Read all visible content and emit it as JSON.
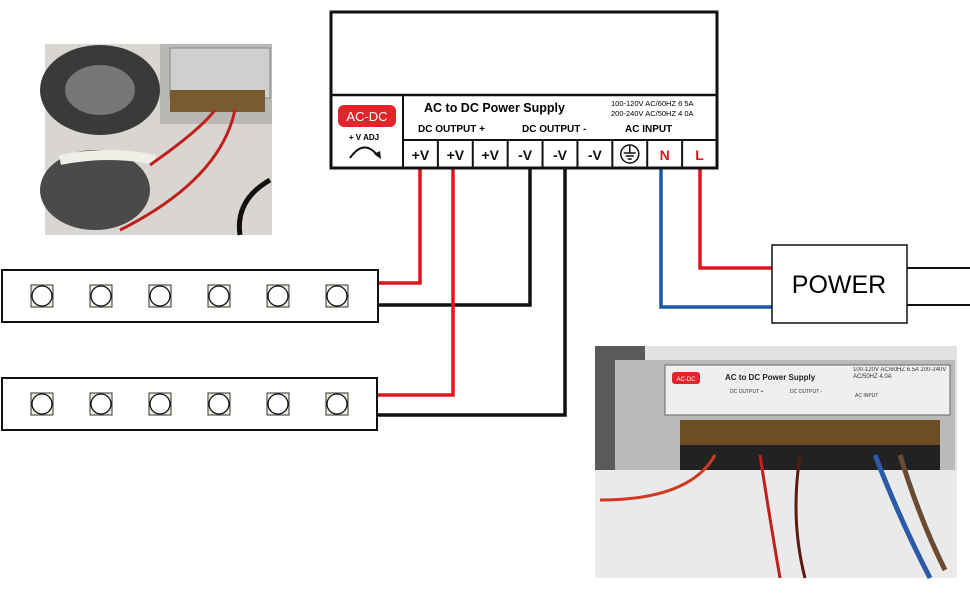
{
  "psu": {
    "badge": "AC-DC",
    "adj_label": "+ V ADJ",
    "title": "AC to DC Power Supply",
    "spec_line1": "100-120V AC/60HZ 6 5A",
    "spec_line2": "200-240V AC/50HZ 4 0A",
    "dc_plus_label": "DC OUTPUT +",
    "dc_minus_label": "DC OUTPUT -",
    "ac_label": "AC INPUT",
    "terminals": [
      "+V",
      "+V",
      "+V",
      "-V",
      "-V",
      "-V",
      "",
      "N",
      "L"
    ],
    "ground_icon": "ground-icon"
  },
  "power_box": {
    "label": "POWER"
  },
  "led_strips": [
    {
      "led_count": 6
    },
    {
      "led_count": 6
    }
  ],
  "colors": {
    "positive": "#e0141e",
    "negative": "#111111",
    "neutral": "#1a5aa8",
    "badge": "#e3252b"
  },
  "photo2_labels": {
    "title": "AC to DC Power Supply",
    "badge": "AC-DC",
    "spec": "100-120V AC/60HZ 6.5A 200-240V AC/50HZ 4.0A",
    "dc_plus": "DC OUTPUT +",
    "dc_minus": "DC OUTPUT -",
    "ac": "AC INPUT"
  }
}
